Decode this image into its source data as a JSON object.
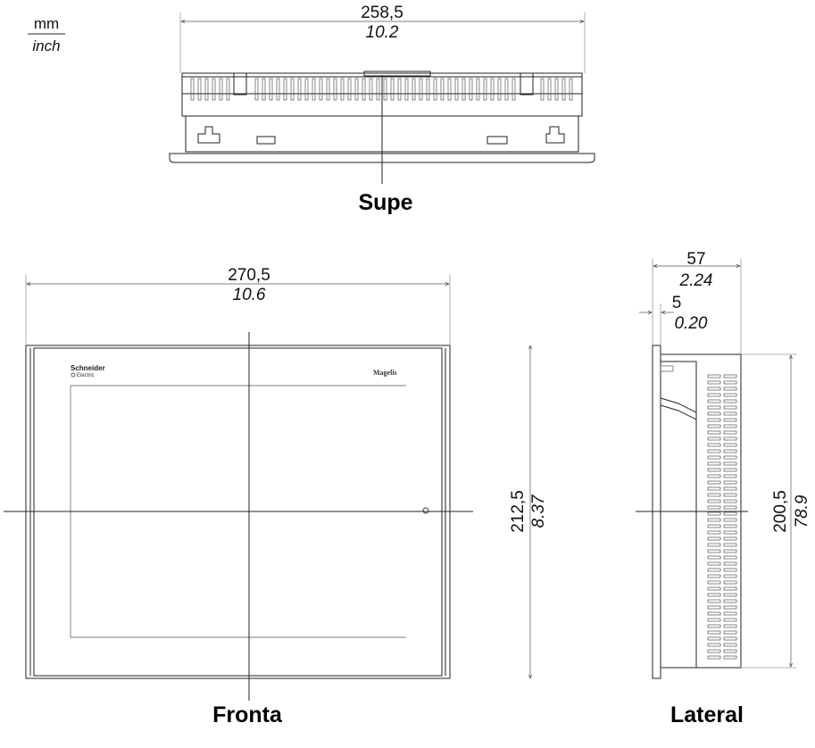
{
  "units": {
    "primary": "mm",
    "secondary": "inch"
  },
  "views": {
    "top": {
      "title": "Supe",
      "width_mm": "258,5",
      "width_in": "10.2"
    },
    "front": {
      "title": "Fronta",
      "width_mm": "270,5",
      "width_in": "10.6",
      "height_mm": "212,5",
      "height_in": "8.37",
      "logo_left_line1": "Schneider",
      "logo_left_line2": "Electric",
      "logo_right": "Magelis"
    },
    "side": {
      "title": "Lateral",
      "depth_mm": "57",
      "depth_in": "2.24",
      "bezel_mm": "5",
      "bezel_in": "0.20",
      "height_mm": "200,5",
      "height_in": "78.9"
    }
  }
}
